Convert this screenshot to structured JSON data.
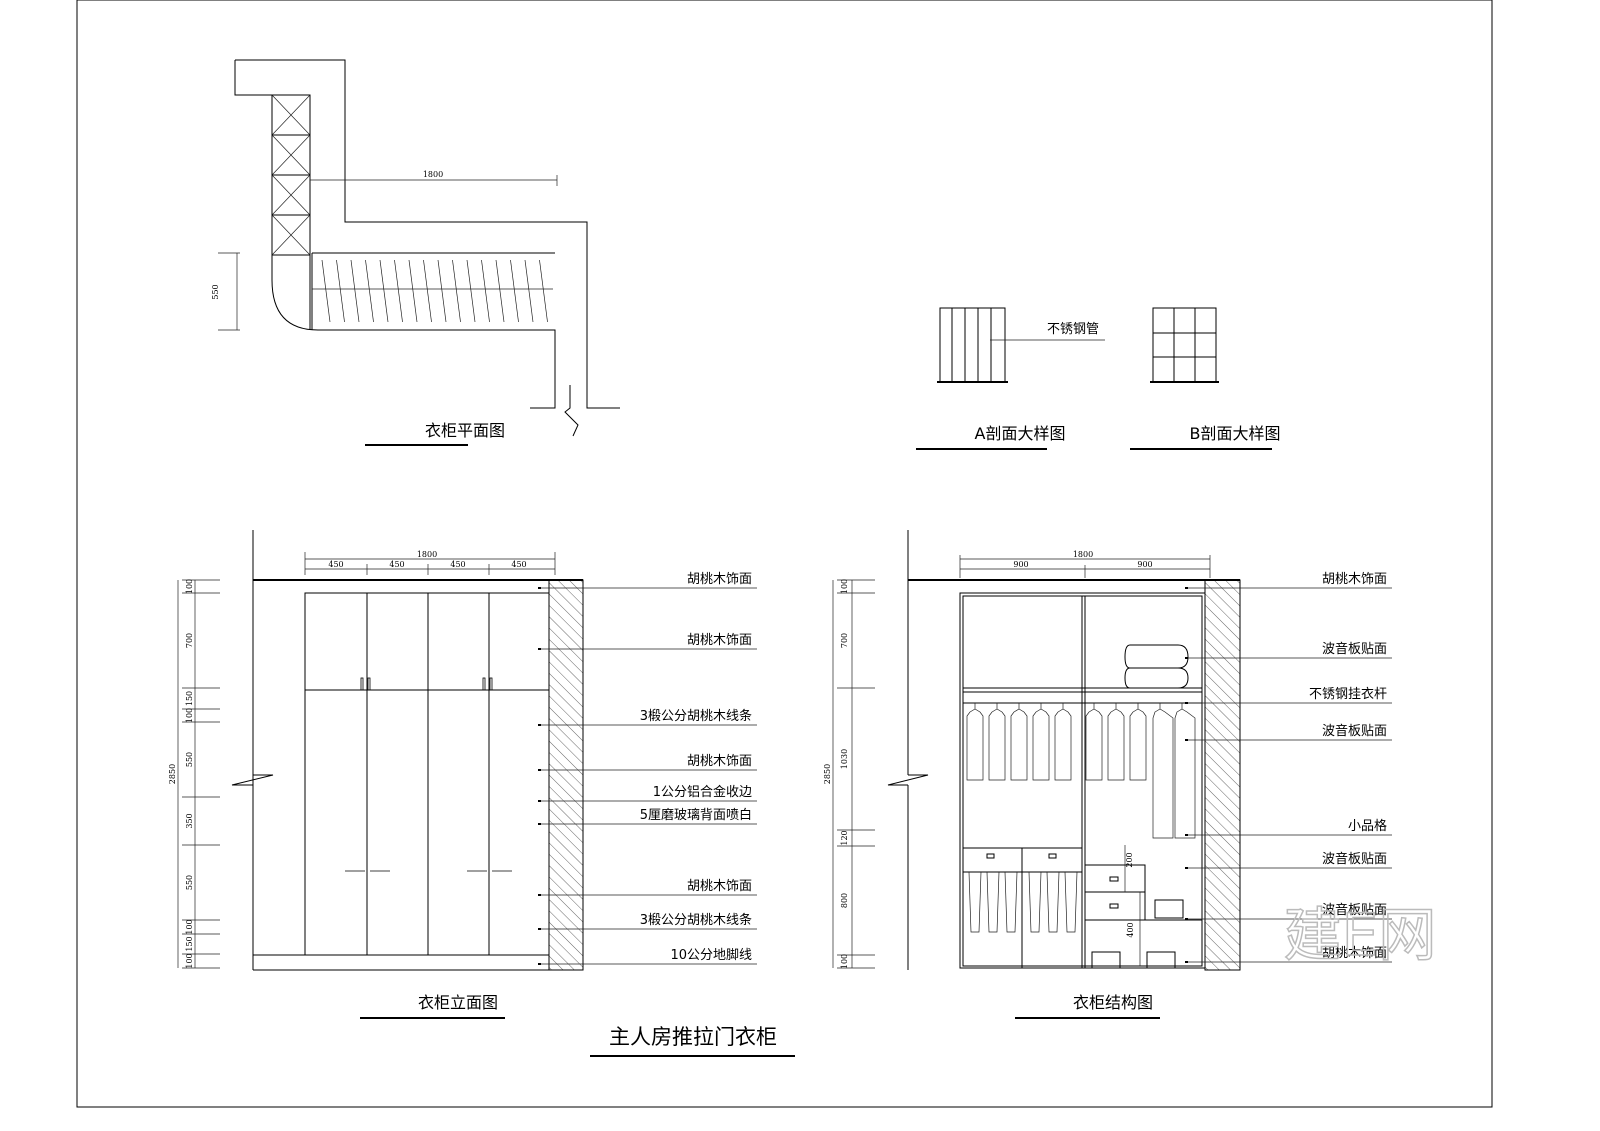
{
  "plan": {
    "title": "衣柜平面图",
    "dim_width": "1800",
    "dim_depth": "550"
  },
  "section_a": {
    "title": "A剖面大样图",
    "label": "不锈钢管"
  },
  "section_b": {
    "title": "B剖面大样图"
  },
  "elevation": {
    "title": "衣柜立面图",
    "dim_total_width": "1800",
    "dim_door_widths": [
      "450",
      "450",
      "450",
      "450"
    ],
    "dim_total_height": "2850",
    "dim_heights": [
      "100",
      "700",
      "150",
      "100",
      "550",
      "350",
      "550",
      "100",
      "150",
      "100"
    ],
    "labels": [
      "胡桃木饰面",
      "胡桃木饰面",
      "3椴公分胡桃木线条",
      "胡桃木饰面",
      "1公分铝合金收边",
      "5厘磨玻璃背面喷白",
      "胡桃木饰面",
      "3椴公分胡桃木线条",
      "10公分地脚线"
    ]
  },
  "structure": {
    "title": "衣柜结构图",
    "dim_total_width": "1800",
    "dim_half_widths": [
      "900",
      "900"
    ],
    "dim_total_height": "2850",
    "dim_heights": [
      "100",
      "700",
      "1030",
      "120",
      "800",
      "100"
    ],
    "dim_drawer": "200",
    "dim_shelf": "400",
    "labels": [
      "胡桃木饰面",
      "波音板贴面",
      "不锈钢挂衣杆",
      "波音板贴面",
      "小品格",
      "波音板贴面",
      "波音板贴面",
      "胡桃木饰面"
    ]
  },
  "main_title": "主人房推拉门衣柜",
  "watermark": "建E网"
}
